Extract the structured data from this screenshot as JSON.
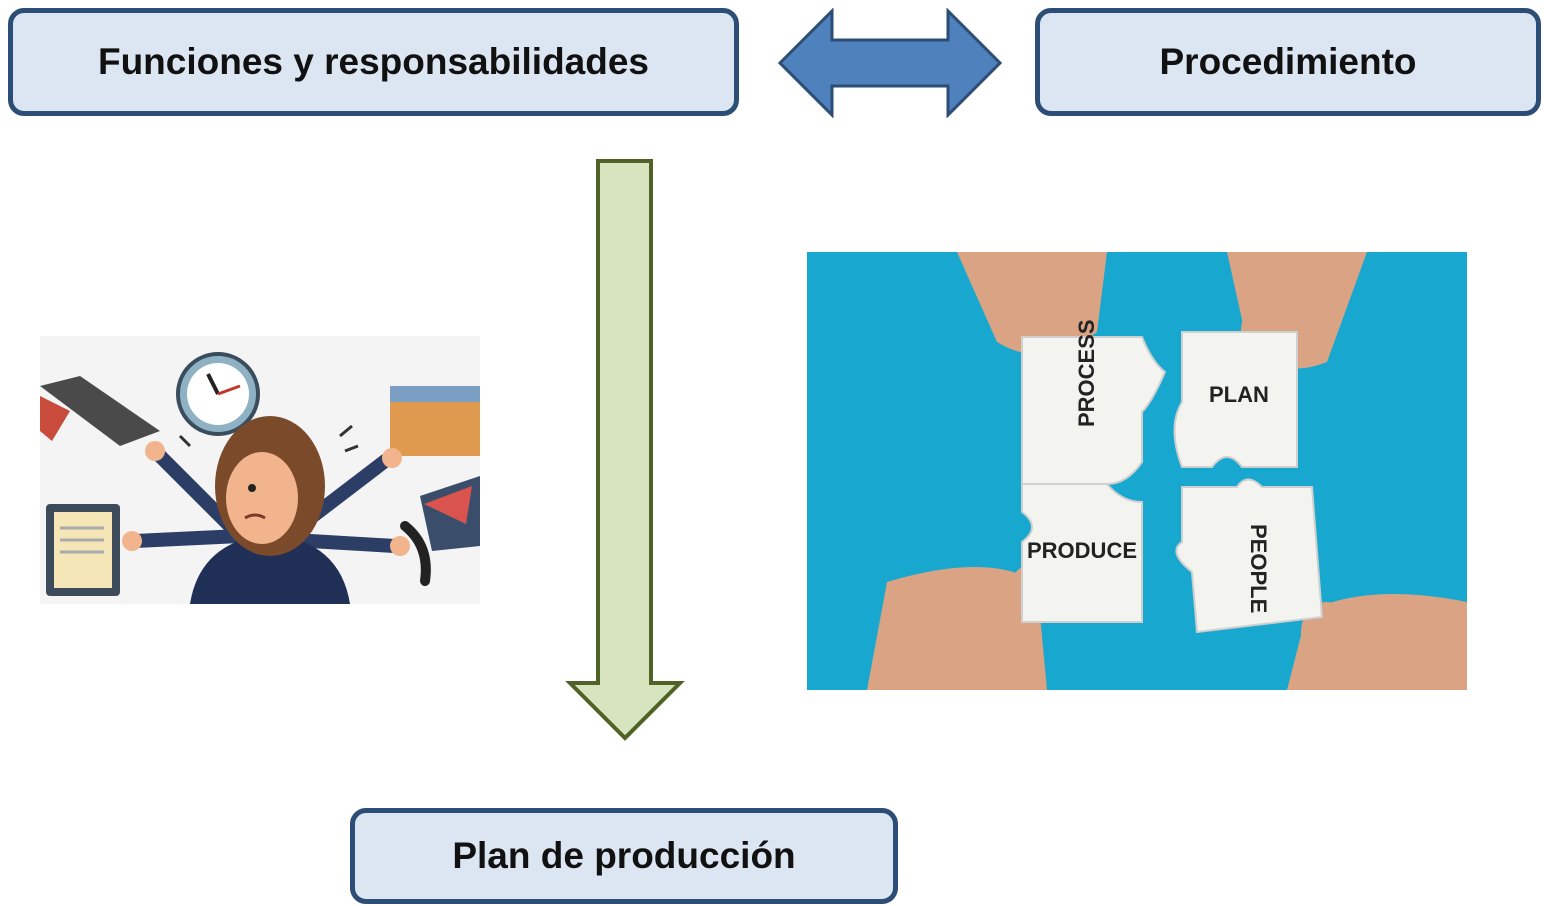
{
  "nodes": {
    "funciones": "Funciones y responsabilidades",
    "procedimiento": "Procedimiento",
    "plan": "Plan de producción"
  },
  "puzzle": {
    "process": "PROCESS",
    "plan": "PLAN",
    "produce": "PRODUCE",
    "people": "PEOPLE"
  },
  "colors": {
    "box_fill": "#dce6f2",
    "box_border": "#2c4d75",
    "double_arrow": "#4f81bd",
    "down_arrow_fill": "#d7e4bd",
    "down_arrow_border": "#4f6228",
    "puzzle_background": "#18a8cf"
  },
  "icons": [
    "double-arrow",
    "down-arrow",
    "multitasking-woman-illustration",
    "puzzle-pieces-photo"
  ]
}
